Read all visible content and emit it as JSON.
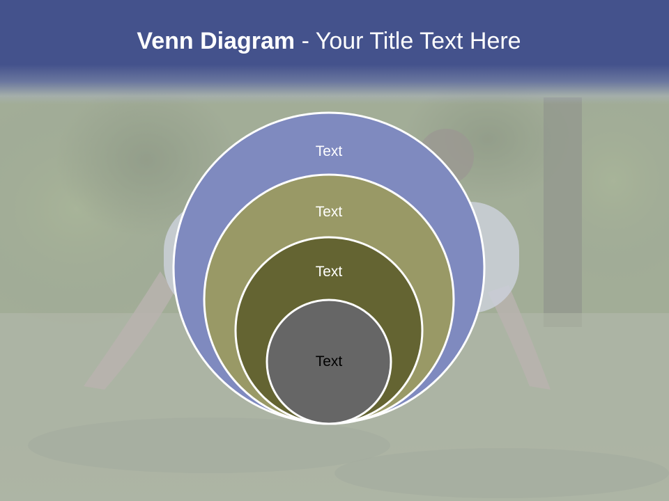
{
  "title": {
    "bold": "Venn Diagram",
    "rest": " - Your Title Text Here"
  },
  "venn": {
    "circles": [
      {
        "label": "Text",
        "fill": "#7f8abf",
        "text_color": "#ffffff"
      },
      {
        "label": "Text",
        "fill": "#999966",
        "text_color": "#ffffff"
      },
      {
        "label": "Text",
        "fill": "#646432",
        "text_color": "#ffffff"
      },
      {
        "label": "Text",
        "fill": "#666666",
        "text_color": "#000000"
      }
    ],
    "outline_color": "#ffffff"
  },
  "colors": {
    "title_band": "#44528c",
    "title_text": "#ffffff"
  }
}
